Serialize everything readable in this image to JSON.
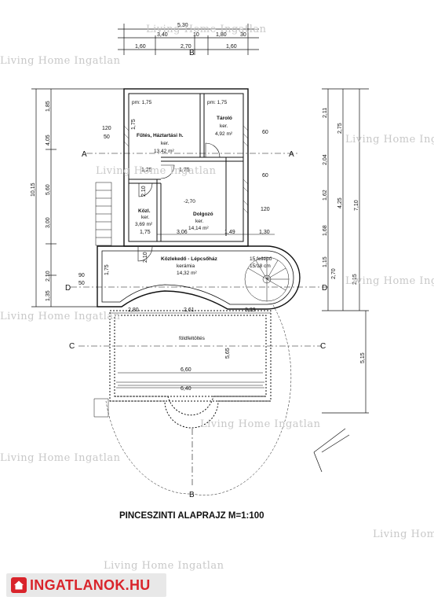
{
  "title": "PINCESZINTI ALAPRAJZ  M=1:100",
  "watermark": "Living Home Ingatlan",
  "logo_text": "INGATLANOK.HU",
  "rooms": {
    "futes": {
      "name": "Fűtés, Háztartási h.",
      "floor": "ker.",
      "area": "13,42 m²"
    },
    "tarolo": {
      "name": "Tároló",
      "floor": "ker.",
      "area": "4,92 m²"
    },
    "kozl": {
      "name": "Közl.",
      "floor": "ker.",
      "area": "3,69 m²"
    },
    "dolgozo": {
      "name": "Dolgozó",
      "floor": "ker.",
      "area": "14,14 m²"
    },
    "kozlekedo": {
      "name": "Közlekedő - Lépcsőház",
      "floor": "kerámia",
      "area": "14,32 m²"
    },
    "foldfeltoltes": {
      "name": "földfeltöltés"
    }
  },
  "sections": {
    "a": "A",
    "c": "C",
    "d": "D",
    "b": "B"
  },
  "labels": {
    "pm1": "pm: 1,75",
    "pm2": "pm: 1,75",
    "level": "-2,70",
    "lepcso": "15 fellépő",
    "lepcso2": "15/18 cm",
    "top1": "5,30",
    "top2": "3,40",
    "top3": "10",
    "top4": "1,80",
    "top5": "30",
    "top6": "1,60",
    "top7": "2,70",
    "top8": "1,60",
    "left1": "10,15",
    "left2": "4,05",
    "left3": "5,60",
    "left4": "3,00",
    "left5": "1,85",
    "left6": "2,10",
    "left7": "1,35",
    "right1": "7,10",
    "right2": "5,15",
    "right3": "2,11",
    "right4": "2,75",
    "right5": "2,04",
    "right6": "1,62",
    "right7": "4,25",
    "right8": "1,68",
    "right9": "2,70",
    "right10": "2,15",
    "right11": "1,15",
    "mid1": "2,80",
    "mid2": "2,61",
    "mid3": "3,29",
    "mid4": "5,65",
    "mid5": "6,60",
    "mid6": "6,40",
    "mid7": "3,06",
    "mid8": "1,49",
    "mid9": "1,30",
    "mid10": "1,25",
    "mid11": "1,75",
    "mid12": "1,75",
    "mid13": "60",
    "mid14": "60",
    "mid15": "120",
    "mid16": "50",
    "mid17": "120",
    "d1": "90",
    "d2": "50",
    "d3": "2,10",
    "d4": "2,10",
    "d5": "1,75",
    "d6": "1,75"
  }
}
